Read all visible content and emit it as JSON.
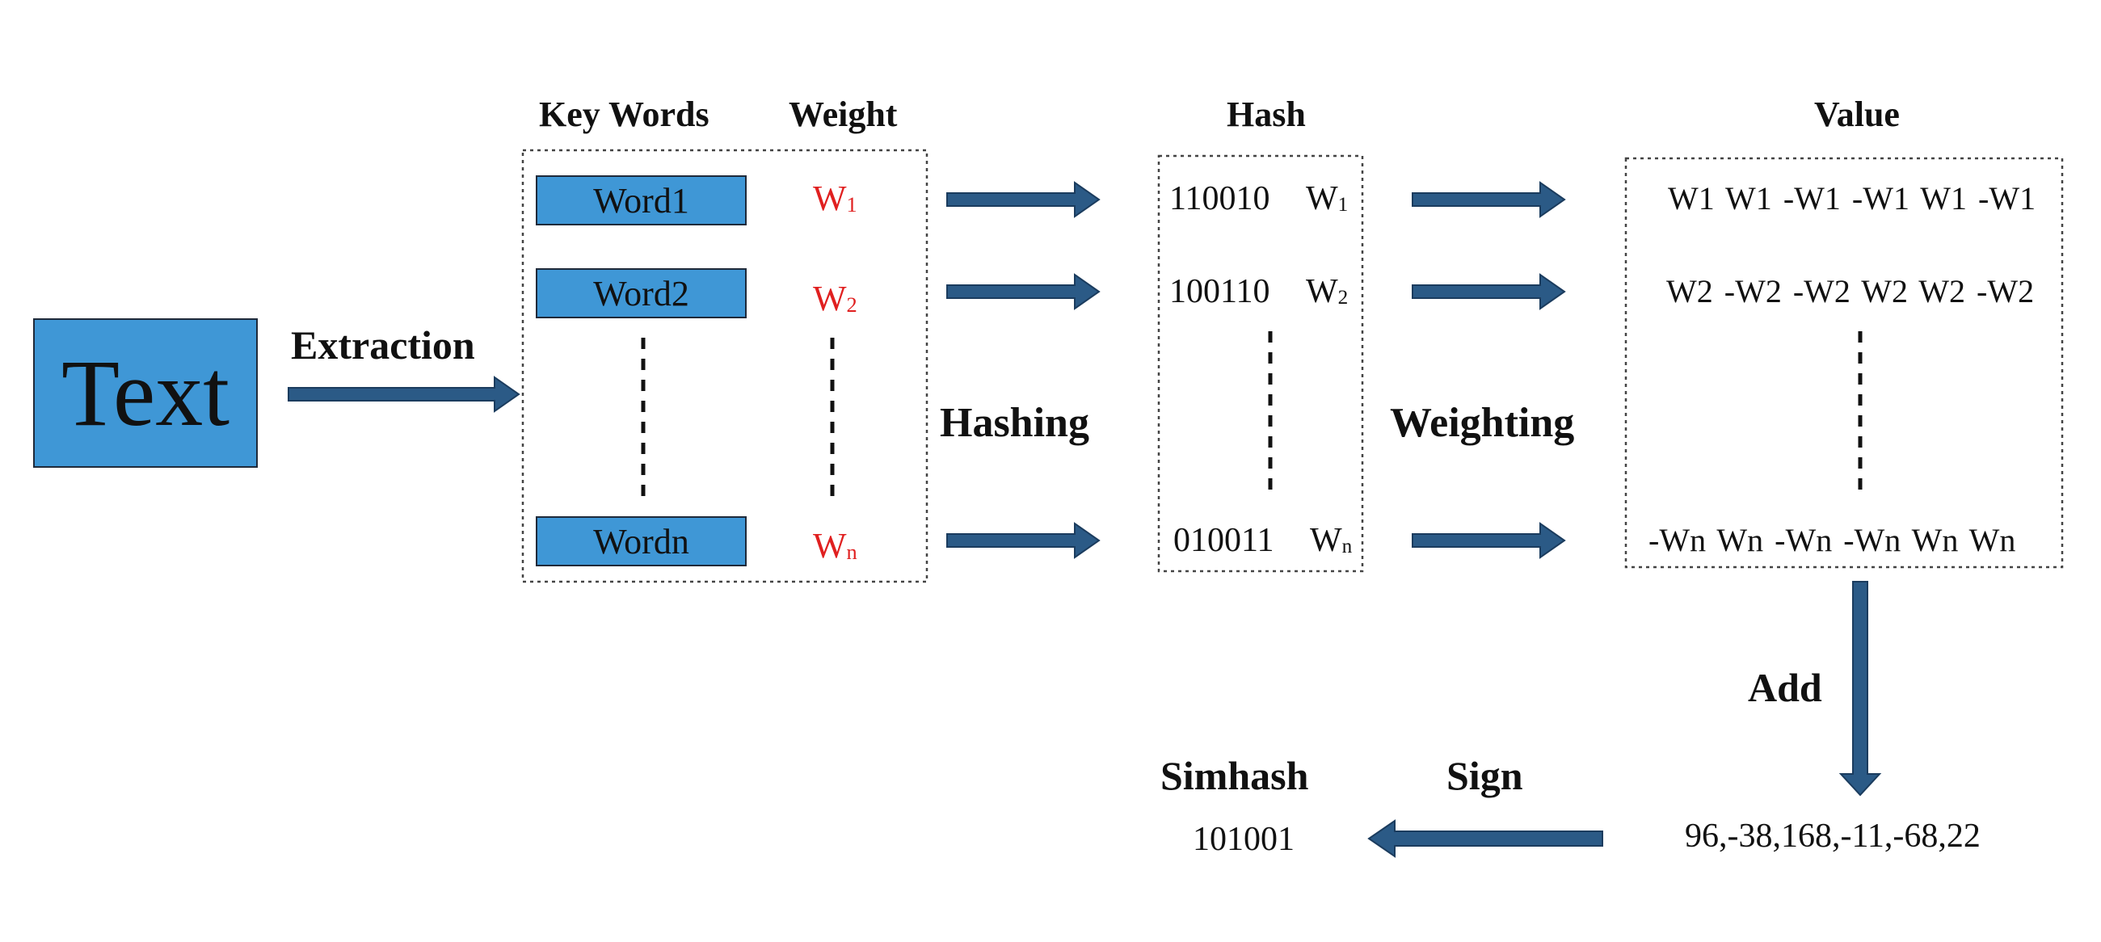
{
  "source": {
    "label": "Text"
  },
  "steps": {
    "extraction": "Extraction",
    "hashing": "Hashing",
    "weighting": "Weighting",
    "add": "Add",
    "sign": "Sign"
  },
  "headers": {
    "key_words": "Key Words",
    "weight": "Weight",
    "hash": "Hash",
    "value": "Value",
    "simhash": "Simhash"
  },
  "rows": [
    {
      "word": "Word1",
      "weight_base": "W",
      "weight_sub": "1",
      "hash": "110010",
      "values": [
        "W1",
        "W1",
        "-W1",
        "-W1",
        "W1",
        "-W1"
      ]
    },
    {
      "word": "Word2",
      "weight_base": "W",
      "weight_sub": "2",
      "hash": "100110",
      "values": [
        "W2",
        "-W2",
        "-W2",
        "W2",
        "W2",
        "-W2"
      ]
    },
    {
      "word": "Wordn",
      "weight_base": "W",
      "weight_sub": "n",
      "hash": "010011",
      "values": [
        "-Wn",
        "Wn",
        "-Wn",
        "-Wn",
        "Wn",
        "Wn"
      ]
    }
  ],
  "sum_vector": "96,-38,168,-11,-68,22",
  "simhash_result": "101001",
  "colors": {
    "box_fill": "#3f97d6",
    "arrow": "#2b5a86",
    "weight_text": "#e02020"
  }
}
